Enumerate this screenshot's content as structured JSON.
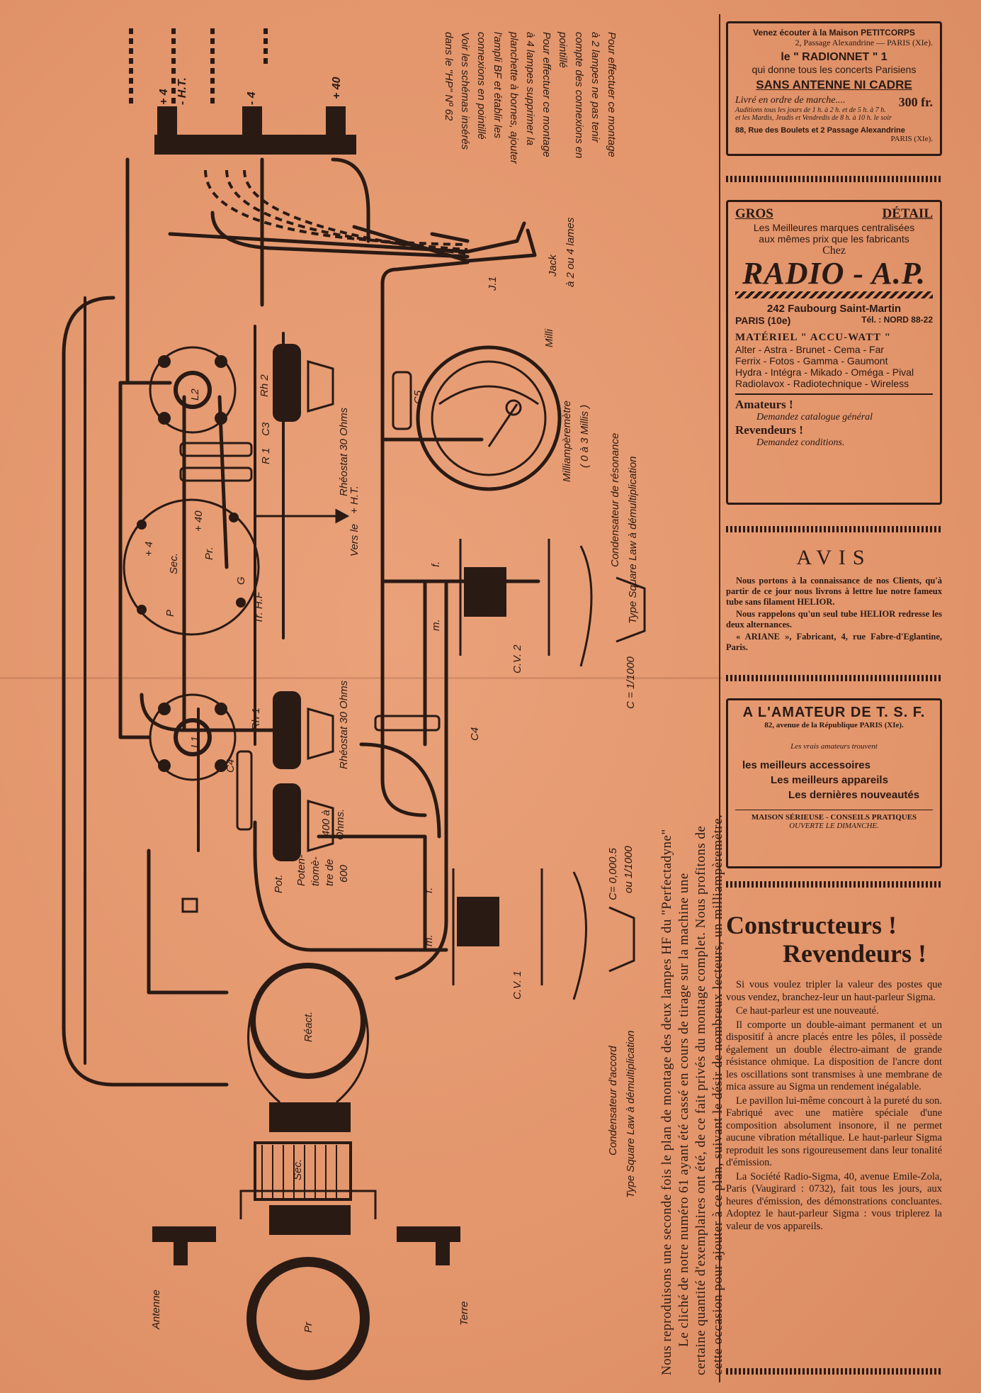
{
  "colors": {
    "paper": "#e49a72",
    "ink": "#2a1a14"
  },
  "diagram": {
    "labels": {
      "plus4": "+ 4",
      "minus_ht": "- H.T.",
      "minus4": "- 4",
      "plus40": "+ 40",
      "l2": "L2",
      "l1": "L1",
      "rh2": "Rh 2",
      "rh1": "Rh 1",
      "rheostat2": "Rhéostat 30 Ohms",
      "rheostat1": "Rhéostat 30 Ohms",
      "r1": "R 1",
      "c3": "C3",
      "c5": "C5",
      "c4a": "C4",
      "c4b": "C4",
      "tr": "Tr. H.F",
      "vers": "Vers le",
      "ht": "+ H.T.",
      "sec": "Sec.",
      "pr": "Pr.",
      "p": "P",
      "g": "G",
      "plus4b": "+ 4",
      "plus40b": "+ 40",
      "milli": "Milli",
      "j1": "J.1",
      "jack": "Jack",
      "jack2": "à 2 ou 4 lames",
      "milliamp": "Milliampèremètre",
      "milliamp2": "( 0 à 3 Millis )",
      "cond_res": "Condensateur de résonance",
      "cond_res2": "Type Square Law à démultiplication",
      "cv2": "C.V. 2",
      "cv1": "C.V. 1",
      "c_val2": "C = 1/1000",
      "c_val1": "C= 0,000.5",
      "c_val1b": "ou 1/1000",
      "cond_acc": "Condensateur d'accord",
      "cond_acc2": "Type Square Law à démultiplication",
      "pot": "Pot.",
      "potentiometre": "Poten-",
      "pot2": "tiomè-",
      "pot3": "tre de",
      "pot4": "600",
      "ohms": "400 à",
      "ohms2": "Ohms.",
      "reac": "Réact.",
      "sec2": "Sec.",
      "pr2": "Pr",
      "antenne": "Antenne",
      "terre": "Terre",
      "f1": "f.",
      "m1": "m.",
      "f2": "f.",
      "m2": "m."
    },
    "note": [
      "Pour effectuer ce montage",
      "à 2 lampes ne pas tenir",
      "compte des connexions en",
      "pointillé",
      "Pour effectuer ce montage",
      "à 4 lampes supprimer la",
      "planchette à bornes, ajouter",
      "l'ampli BF et établir les",
      "connexions en pointillé",
      "Voir les schémas insérés",
      "dans le \"HP\" Nº 62"
    ],
    "caption": [
      "Nous reproduisons une seconde fois le plan de montage des deux lampes HF du \"Perfectadyne\"",
      "Le cliché de notre numéro 61 ayant été cassé en cours de tirage sur la machine une",
      "certaine quantité d'exemplaires ont été, de ce fait privés du montage complet. Nous profitons de",
      "cette occasion pour ajouter à ce plan, suivant le désir de nombreux lecteurs, un milliampèremètre."
    ]
  },
  "ads": {
    "petitcorps": {
      "line1": "Venez écouter à la Maison PETITCORPS",
      "line2": "2, Passage Alexandrine — PARIS (XIe).",
      "line3": "le \" RADIONNET \" 1",
      "line4": "qui donne tous les concerts Parisiens",
      "line5": "SANS ANTENNE NI CADRE",
      "line6": "Livré en ordre de marche....",
      "price": "300 fr.",
      "line7": "Auditions tous les jours de 1 h. à 2 h. et de 5 h. à 7 h.",
      "line8": "et les Mardis, Jeudis et Vendredis de 8 h. à 10 h. le soir",
      "line9": "88, Rue des Boulets et 2 Passage Alexandrine",
      "line10": "PARIS (XIe)."
    },
    "radioap": {
      "gros": "GROS",
      "detail": "DÉTAIL",
      "line1": "Les Meilleures marques centralisées",
      "line2": "aux mêmes prix que les fabricants",
      "chez": "Chez",
      "logo": "RADIO - A.P.",
      "addr1": "242 Faubourg Saint-Martin",
      "addr2": "PARIS (10e)",
      "tel": "Tél. : NORD 88-22",
      "materiel": "MATÉRIEL \" ACCU-WATT \"",
      "brands1": "Alter - Astra - Brunet - Cema - Far",
      "brands2": "Ferrix - Fotos - Gamma - Gaumont",
      "brands3": "Hydra - Intégra - Mikado - Oméga - Pival",
      "brands4": "Radiolavox - Radiotechnique - Wireless",
      "amateurs": "Amateurs !",
      "amateurs2": "Demandez catalogue général",
      "revendeurs": "Revendeurs !",
      "revendeurs2": "Demandez conditions."
    },
    "avis": {
      "title": "AVIS",
      "p1": "Nous portons à la connaissance de nos Clients, qu'à partir de ce jour nous livrons à lettre lue notre fameux tube sans filament HELIOR.",
      "p2": "Nous rappelons qu'un seul tube HELIOR redresse les deux alternances.",
      "p3": "« ARIANE », Fabricant, 4, rue Fabre-d'Eglantine, Paris."
    },
    "amateur": {
      "title": "A L'AMATEUR DE T. S. F.",
      "addr": "82, avenue de la République PARIS (XIe).",
      "line1": "Les vrais amateurs trouvent",
      "line2": "les meilleurs accessoires",
      "line3": "Les meilleurs appareils",
      "line4": "Les dernières nouveautés",
      "line5": "MAISON SÉRIEUSE - CONSEILS PRATIQUES",
      "line6": "OUVERTE LE DIMANCHE."
    },
    "sigma": {
      "title1": "Constructeurs !",
      "title2": "Revendeurs !",
      "p1": "Si vous voulez tripler la valeur des postes que vous vendez, branchez-leur un haut-parleur Sigma.",
      "p2": "Ce haut-parleur est une nouveauté.",
      "p3": "Il comporte un double-aimant permanent et un dispositif à ancre placés entre les pôles, il possède également un double électro-aimant de grande résistance ohmique. La disposition de l'ancre dont les oscillations sont transmises à une membrane de mica assure au Sigma un rendement inégalable.",
      "p4": "Le pavillon lui-même concourt à la pureté du son. Fabriqué avec une matière spéciale d'une composition absolument insonore, il ne permet aucune vibration métallique. Le haut-parleur Sigma reproduit les sons rigoureusement dans leur tonalité d'émission.",
      "p5": "La Société Radio-Sigma, 40, avenue Emile-Zola, Paris (Vaugirard : 0732), fait tous les jours, aux heures d'émission, des démonstrations concluantes. Adoptez le haut-parleur Sigma : vous triplerez la valeur de vos appareils."
    }
  }
}
